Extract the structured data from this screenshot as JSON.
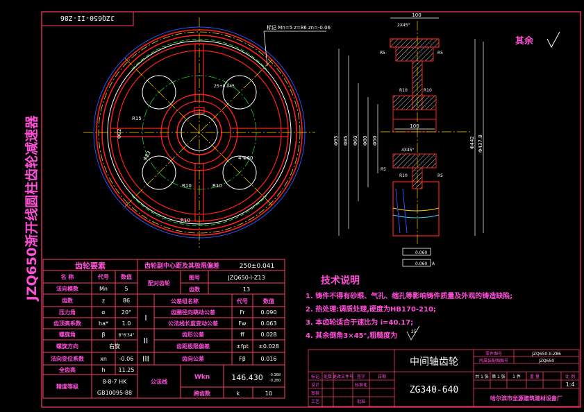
{
  "drawing": {
    "side_title": "JZQ650渐开线圆柱齿轮减速器",
    "corner_code": "JZQ650-II-Z86",
    "roughness_note": "其余",
    "colors": {
      "background": "#000000",
      "frame": "#ff3b6b",
      "gear_red": "#ff2020",
      "yellow": "#ffd400",
      "green": "#22cc33",
      "white": "#ffffff",
      "magenta": "#ff4fd8",
      "cyan": "#3fd0ff",
      "blue": "#2a52ff",
      "hatch": "#cfcfcf"
    }
  },
  "front_view": {
    "annotations": {
      "mark_note": "标记 Mn=5 z=86 zn=-0.06",
      "hub_dim": "Φ82",
      "hole_dim": "4-Φ60",
      "rib_r": "R15",
      "fillet_r1": "R10",
      "fillet_r2": "R10",
      "fillet_r3": "R10",
      "keyway": "25+0.045",
      "keyway_dim": "Φ83"
    }
  },
  "section_view": {
    "top_width": "100",
    "chamfer_top": "2X45°",
    "chamfer_mid": "4X45°",
    "hub_width": "100",
    "left_dims": [
      "Φ95",
      "Φ85",
      "Φ60",
      "Φ80",
      "Φ50"
    ],
    "right_dims": [
      "Φ442",
      "Φ437.8"
    ],
    "radii": [
      "R5",
      "R5",
      "R10",
      "R10",
      "R5",
      "R10",
      "R5"
    ],
    "tolerance_boxes": [
      "0.060",
      "0.060"
    ],
    "datum": "A"
  },
  "gear_table": {
    "title": "齿轮要素",
    "headers": [
      "名 称",
      "代号",
      "数值"
    ],
    "rows": [
      {
        "name": "法向模数",
        "code": "Mn",
        "value": "5"
      },
      {
        "name": "齿数",
        "code": "z",
        "value": "86"
      },
      {
        "name": "压力角",
        "code": "α",
        "value": "20°"
      },
      {
        "name": "齿顶高系数",
        "code": "ha*",
        "value": "1.0"
      },
      {
        "name": "螺旋角",
        "code": "β",
        "value": "8°6'34\""
      },
      {
        "name": "螺旋方向",
        "code": "",
        "value": "右旋"
      },
      {
        "name": "法向变位系数",
        "code": "xn",
        "value": "-0.06"
      },
      {
        "name": "全齿高",
        "code": "h",
        "value": "11.25"
      }
    ],
    "accuracy": {
      "name": "精度等级",
      "value1": "8-8-7 HK",
      "value2": "GB10095-88"
    }
  },
  "check_table": {
    "title": "齿轮副中心距及其极限偏差",
    "center_distance": "250±0.041",
    "mating_label": "配对齿轮",
    "drawing_no_label": "图号",
    "drawing_no": "JZQ650-I-Z13",
    "teeth_label": "齿数",
    "teeth": "13",
    "headers": [
      "公差组名称",
      "代号",
      "数值"
    ],
    "groups": [
      {
        "group": "I",
        "items": [
          {
            "name": "齿圈径向跳动公差",
            "code": "Fr",
            "value": "0.090"
          },
          {
            "name": "公法线长度变动公差",
            "code": "Fw",
            "value": "0.063"
          }
        ]
      },
      {
        "group": "II",
        "items": [
          {
            "name": "齿形公差",
            "code": "ff",
            "value": "0.028"
          },
          {
            "name": "齿距极限偏差",
            "code": "±fpt",
            "value": "±0.028"
          }
        ]
      },
      {
        "group": "III",
        "items": [
          {
            "name": "齿向公差",
            "code": "Fβ",
            "value": "0.016"
          }
        ]
      }
    ],
    "common_normal": {
      "label": "公法线",
      "name": "Wkn",
      "value": "146.430",
      "upper": "-0.168",
      "lower": "-0.280",
      "span_label": "跨齿数",
      "span_code": "k",
      "span_value": "10"
    }
  },
  "tech_notes": {
    "title": "技术说明",
    "lines": [
      "1. 铸件不得有砂眼、气孔、缩孔等影响铸件质量及外观的铸造缺陷;",
      "2. 热处理:调质处理,硬度为HB170-210;",
      "3. 本齿轮适合于速比为 i=40.17;",
      "4. 其余倒角3×45°,粗糙度为"
    ],
    "roughness_mark": "25"
  },
  "title_block": {
    "part_name": "中间轴齿轮",
    "material": "ZG340-640",
    "part_no_label": "零件图号",
    "part_no": "JZQ650-II-Z86",
    "assembly_label": "所属装配图图号",
    "assembly_no": "JZQ650",
    "sheet_total": "共 1 张",
    "sheet_no": "第 1 张",
    "count": "1 件",
    "weight_label": "重 量",
    "scale_label": "比 例",
    "scale": "1:4",
    "company": "哈尔滨市坐源建筑建材设备厂",
    "sign_rows": [
      [
        "标记",
        "处数",
        "更改文件号",
        "签字",
        "日期"
      ],
      [
        "设计",
        "",
        "标准化",
        "",
        ""
      ],
      [
        "审核",
        "",
        "",
        "",
        ""
      ],
      [
        "工艺",
        "",
        "批准",
        "",
        ""
      ]
    ]
  }
}
